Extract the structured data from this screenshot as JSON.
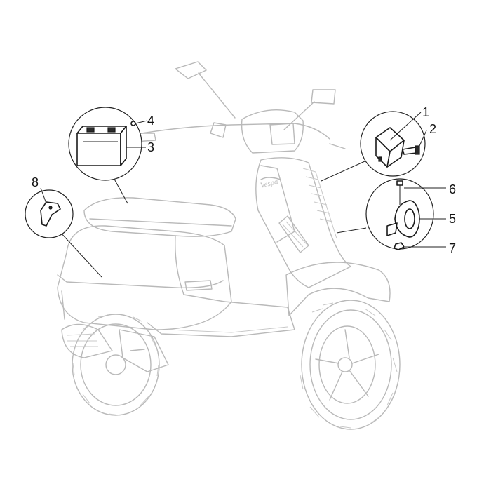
{
  "diagram": {
    "brand_text": "Vespa",
    "callouts": [
      {
        "id": "1",
        "label": "1"
      },
      {
        "id": "2",
        "label": "2"
      },
      {
        "id": "3",
        "label": "3"
      },
      {
        "id": "4",
        "label": "4"
      },
      {
        "id": "5",
        "label": "5"
      },
      {
        "id": "6",
        "label": "6"
      },
      {
        "id": "7",
        "label": "7"
      },
      {
        "id": "8",
        "label": "8"
      }
    ],
    "colors": {
      "ghost_outline": "#b9b9b9",
      "part_outline": "#1a1a1a",
      "label": "#111111"
    }
  }
}
